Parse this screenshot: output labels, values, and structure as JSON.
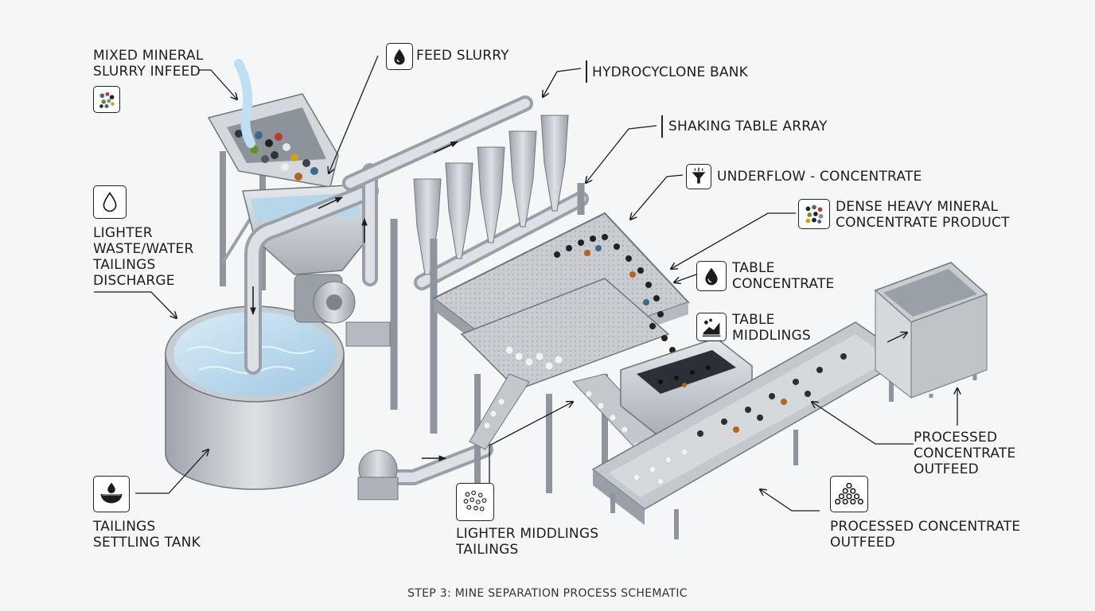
{
  "labels": {
    "mixed_mineral_infeed": [
      "MIXED MINERAL",
      "SLURRY INFEED"
    ],
    "feed_slurry": "FEED SLURRY",
    "hydrocyclone_bank": "HYDROCYCLONE BANK",
    "shaking_table_array": "SHAKING TABLE ARRAY",
    "underflow_concentrate": "UNDERFLOW - CONCENTRATE",
    "dense_heavy_mineral": [
      "DENSE HEAVY MINERAL",
      "CONCENTRATE PRODUCT"
    ],
    "table_concentrate": [
      "TABLE",
      "CONCENTRATE"
    ],
    "table_middlings": [
      "TABLE",
      "MIDDLINGS"
    ],
    "lighter_waste": [
      "LIGHTER",
      "WASTE/WATER",
      "TAILINGS",
      "DISCHARGE"
    ],
    "processed_concentrate_right": [
      "PROCESSED",
      "CONCENTRATE",
      "OUTFEED"
    ],
    "processed_concentrate_bottom": [
      "PROCESSED CONCENTRATE",
      "OUTFEED"
    ],
    "lighter_middlings_tailings": [
      "LIGHTER MIDDLINGS",
      "TAILINGS"
    ],
    "tailings_settling_tank": [
      "TAILINGS",
      "SETTLING TANK"
    ]
  },
  "footer": "STEP 3: MINE SEPARATION PROCESS SCHEMATIC",
  "icons": {
    "mixed_minerals": "mixed-minerals-icon",
    "feed_drop": "water-drop-icon",
    "light_drop": "water-drop-outline-icon",
    "underflow": "underflow-funnel-icon",
    "dense_minerals": "dense-minerals-icon",
    "table_drop": "water-drop-icon",
    "middlings": "middlings-icon",
    "tailings_basin": "tailings-basin-icon",
    "light_particles": "light-particles-icon",
    "pile": "particle-pile-icon"
  },
  "colors": {
    "steel": "#b9bec4",
    "steel_dark": "#7d848c",
    "water": "#bcd9ec",
    "ink": "#1d1d1f"
  }
}
